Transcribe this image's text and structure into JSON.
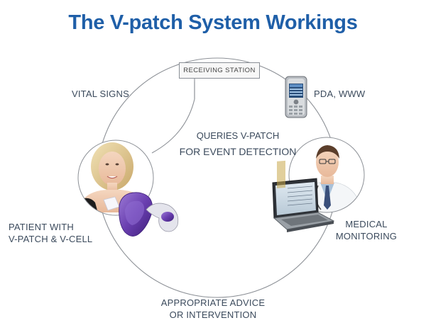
{
  "title": "The V-patch System Workings",
  "receiving_station": "RECEIVING STATION",
  "labels": {
    "vital_signs": "VITAL SIGNS",
    "pda_www": "PDA, WWW",
    "queries_line1": "QUERIES V-PATCH",
    "queries_line2": "FOR EVENT DETECTION",
    "patient_line1": "PATIENT WITH",
    "patient_line2": "V-PATCH & V-CELL",
    "medical_line1": "MEDICAL",
    "medical_line2": "MONITORING",
    "advice_line1": "APPROPRIATE ADVICE",
    "advice_line2": "OR INTERVENTION"
  },
  "icons": {
    "pda": "pda-phone-icon",
    "patient": "patient-photo",
    "doctor": "doctor-photo",
    "laptop": "laptop-icon",
    "device": "v-cell-device-icon"
  },
  "colors": {
    "title": "#1f5fa8",
    "text": "#3b4a5c",
    "circle": "#8c9096",
    "device_purple": "#6a3fb0"
  }
}
